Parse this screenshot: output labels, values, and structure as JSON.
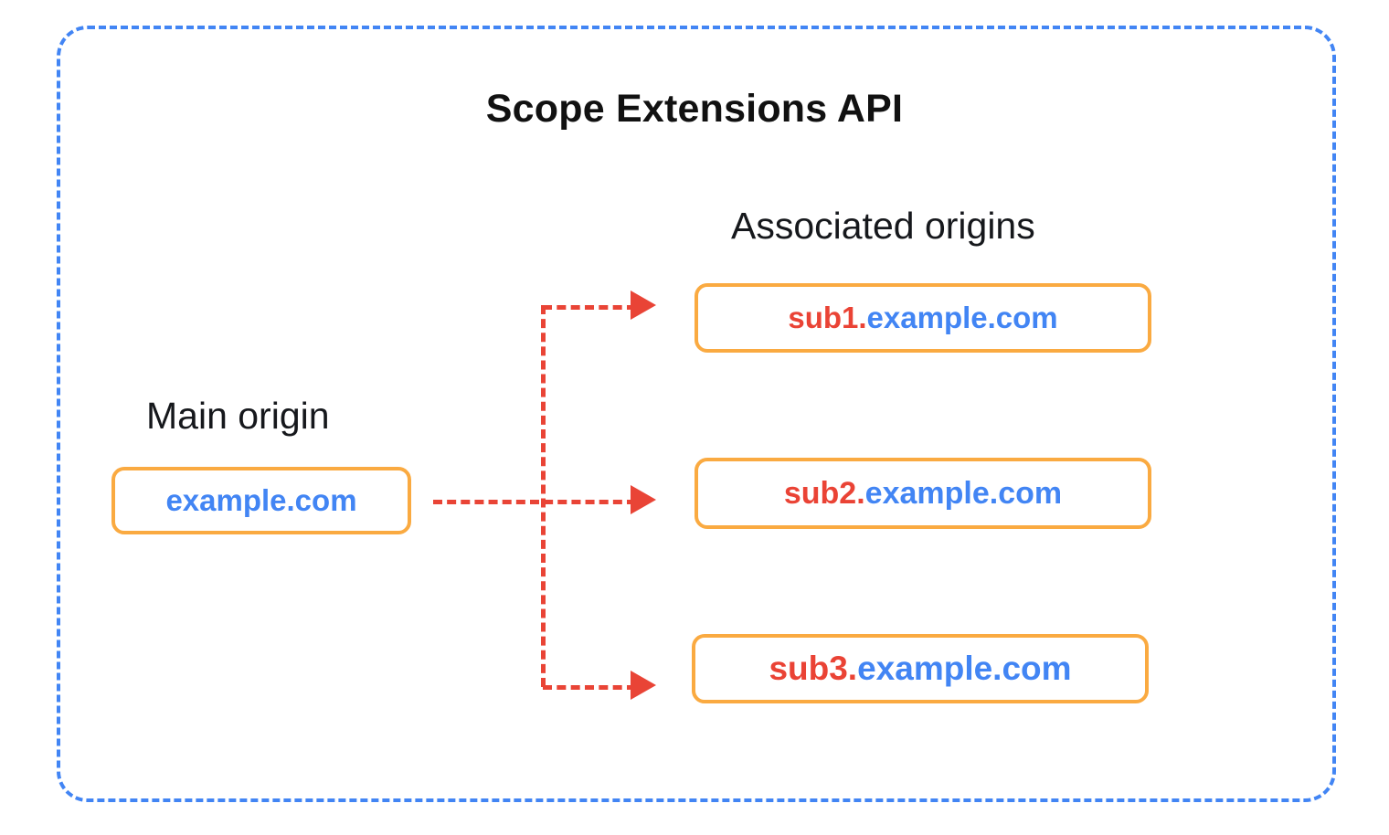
{
  "diagram": {
    "title": "Scope Extensions API",
    "frame": {
      "border_color": "#4285F4",
      "style": "dashed"
    },
    "main_origin": {
      "label": "Main origin",
      "box": {
        "text": "example.com",
        "domain": "example.com",
        "border_color": "#FAAA41",
        "text_color": "#4285F4"
      }
    },
    "associated_origins": {
      "label": "Associated origins",
      "boxes": [
        {
          "subdomain": "sub1.",
          "domain": "example.com",
          "full": "sub1.example.com",
          "subdomain_color": "#EA4335",
          "domain_color": "#4285F4",
          "border_color": "#FAAA41"
        },
        {
          "subdomain": "sub2.",
          "domain": "example.com",
          "full": "sub2.example.com",
          "subdomain_color": "#EA4335",
          "domain_color": "#4285F4",
          "border_color": "#FAAA41"
        },
        {
          "subdomain": "sub3.",
          "domain": "example.com",
          "full": "sub3.example.com",
          "subdomain_color": "#EA4335",
          "domain_color": "#4285F4",
          "border_color": "#FAAA41"
        }
      ]
    },
    "connectors": {
      "color": "#E94436",
      "style": "dashed",
      "arrow_count": 3,
      "description": "Main origin branches to three associated origins"
    }
  }
}
